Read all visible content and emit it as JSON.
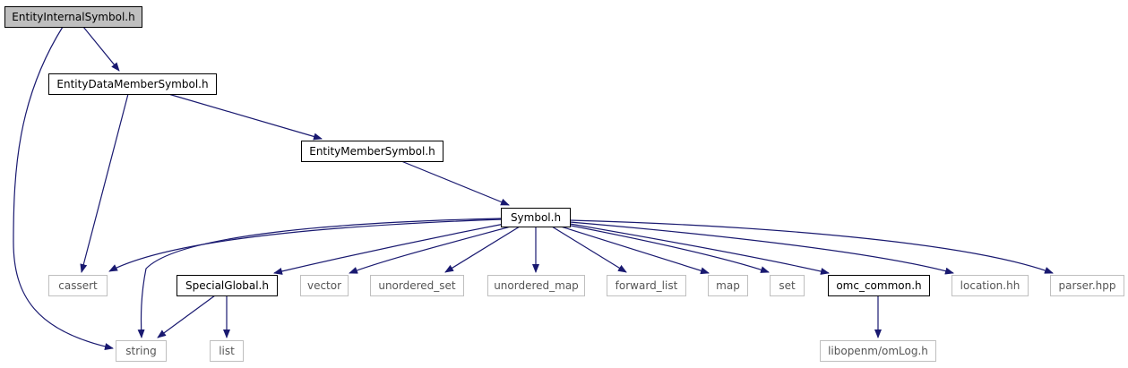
{
  "graph": {
    "edge_color": "#191970",
    "root_fill": "#bfbfbf",
    "local_border": "#000000",
    "external_border": "#bfbfbf",
    "nodes": [
      {
        "id": "entity_internal_symbol",
        "label": "EntityInternalSymbol.h",
        "kind": "root"
      },
      {
        "id": "entity_data_member_symbol",
        "label": "EntityDataMemberSymbol.h",
        "kind": "local"
      },
      {
        "id": "entity_member_symbol",
        "label": "EntityMemberSymbol.h",
        "kind": "local"
      },
      {
        "id": "symbol",
        "label": "Symbol.h",
        "kind": "local"
      },
      {
        "id": "cassert",
        "label": "cassert",
        "kind": "external"
      },
      {
        "id": "special_global",
        "label": "SpecialGlobal.h",
        "kind": "local"
      },
      {
        "id": "vector",
        "label": "vector",
        "kind": "external"
      },
      {
        "id": "unordered_set",
        "label": "unordered_set",
        "kind": "external"
      },
      {
        "id": "unordered_map",
        "label": "unordered_map",
        "kind": "external"
      },
      {
        "id": "forward_list",
        "label": "forward_list",
        "kind": "external"
      },
      {
        "id": "map",
        "label": "map",
        "kind": "external"
      },
      {
        "id": "set",
        "label": "set",
        "kind": "external"
      },
      {
        "id": "omc_common",
        "label": "omc_common.h",
        "kind": "local"
      },
      {
        "id": "location",
        "label": "location.hh",
        "kind": "external"
      },
      {
        "id": "parser",
        "label": "parser.hpp",
        "kind": "external"
      },
      {
        "id": "string",
        "label": "string",
        "kind": "external"
      },
      {
        "id": "list",
        "label": "list",
        "kind": "external"
      },
      {
        "id": "libopenm_omlog",
        "label": "libopenm/omLog.h",
        "kind": "external"
      }
    ],
    "edges": [
      {
        "from": "entity_internal_symbol",
        "to": "entity_data_member_symbol"
      },
      {
        "from": "entity_internal_symbol",
        "to": "string"
      },
      {
        "from": "entity_data_member_symbol",
        "to": "entity_member_symbol"
      },
      {
        "from": "entity_data_member_symbol",
        "to": "cassert"
      },
      {
        "from": "entity_member_symbol",
        "to": "symbol"
      },
      {
        "from": "symbol",
        "to": "cassert"
      },
      {
        "from": "symbol",
        "to": "special_global"
      },
      {
        "from": "symbol",
        "to": "vector"
      },
      {
        "from": "symbol",
        "to": "unordered_set"
      },
      {
        "from": "symbol",
        "to": "unordered_map"
      },
      {
        "from": "symbol",
        "to": "forward_list"
      },
      {
        "from": "symbol",
        "to": "map"
      },
      {
        "from": "symbol",
        "to": "set"
      },
      {
        "from": "symbol",
        "to": "omc_common"
      },
      {
        "from": "symbol",
        "to": "location"
      },
      {
        "from": "symbol",
        "to": "parser"
      },
      {
        "from": "symbol",
        "to": "string"
      },
      {
        "from": "special_global",
        "to": "string"
      },
      {
        "from": "special_global",
        "to": "list"
      },
      {
        "from": "omc_common",
        "to": "libopenm_omlog"
      }
    ]
  }
}
